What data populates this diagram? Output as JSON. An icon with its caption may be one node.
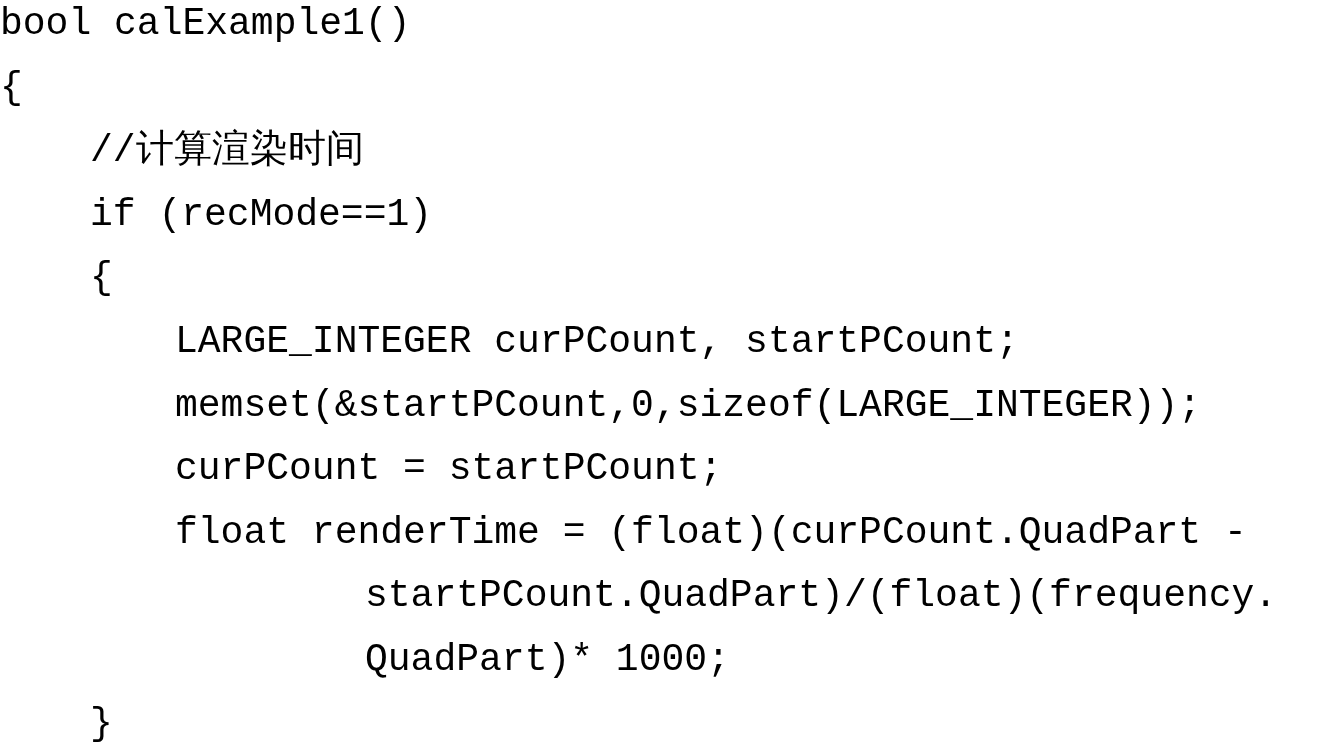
{
  "diagram": {
    "labels": [
      "bool calExample1()",
      "{",
      "//计算渲染时间",
      "if (recMode==1)",
      "{",
      "LARGE_INTEGER curPCount, startPCount;",
      "memset(&startPCount,0,sizeof(LARGE_INTEGER));",
      "curPCount = startPCount;",
      "float renderTime = (float)(curPCount.QuadPart -",
      "startPCount.QuadPart)/(float)(frequency.",
      "QuadPart)* 1000;",
      "}"
    ]
  }
}
